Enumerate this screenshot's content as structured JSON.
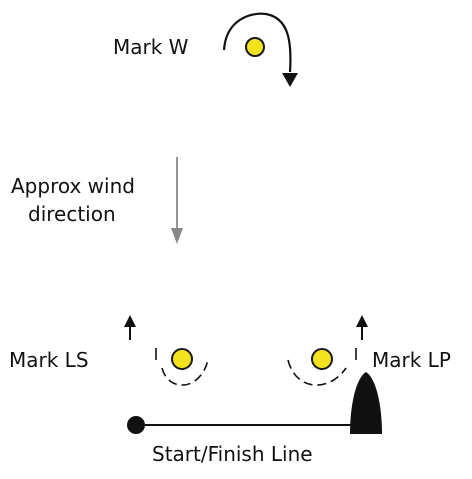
{
  "labels": {
    "mark_w": "Mark W",
    "wind_line1": "Approx wind",
    "wind_line2": "direction",
    "mark_ls": "Mark LS",
    "mark_lp": "Mark LP",
    "start_finish": "Start/Finish Line"
  },
  "colors": {
    "mark_fill": "#f4e21f",
    "mark_stroke": "#1a1a1a",
    "ink": "#111111",
    "wind_arrow": "#8a8a8a"
  },
  "icons": {
    "mark": "yellow-buoy",
    "start_pin": "black-dot",
    "committee_boat": "black-boat"
  }
}
